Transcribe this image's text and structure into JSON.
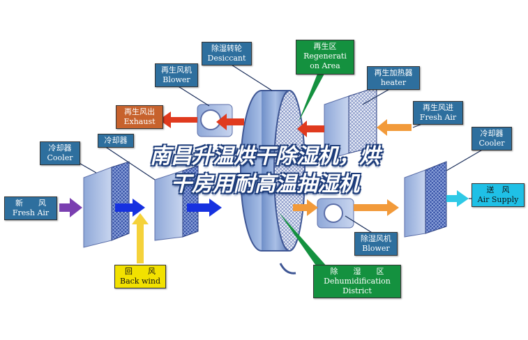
{
  "labels": {
    "desiccant": {
      "zh": "除湿转轮",
      "en": "Desiccant"
    },
    "regeneration": {
      "zh": "再生区",
      "en1": "Regenerati",
      "en2": "on Area"
    },
    "regen_blower": {
      "zh": "再生风机",
      "en": "Blower"
    },
    "regen_heater": {
      "zh": "再生加热器",
      "en": "heater"
    },
    "exhaust": {
      "zh": "再生风出",
      "en": "Exhaust"
    },
    "fresh_air_in": {
      "zh": "再生风进",
      "en": "Fresh Air"
    },
    "cooler_left": {
      "zh": "冷却器",
      "en": "Cooler"
    },
    "cooler_mid": {
      "zh": "冷却器"
    },
    "cooler_right": {
      "zh": "冷却器",
      "en": "Cooler"
    },
    "fresh_air": {
      "zh": "新　　风",
      "en": "Fresh Air"
    },
    "air_supply": {
      "zh": "送　风",
      "en": "Air Supply"
    },
    "back_wind": {
      "zh": "回　　风",
      "en": "Back wind"
    },
    "dehum_blower": {
      "zh": "除湿风机",
      "en": "Blower"
    },
    "dehum_district": {
      "zh": "除　　湿　　区",
      "en1": "Dehumidification",
      "en2": "District"
    }
  },
  "watermark": {
    "line1": "南昌升温烘干除湿机，烘",
    "line2": "干房用耐高温抽湿机"
  },
  "colors": {
    "label_blue": "#2e6f9e",
    "label_red": "#c7622d",
    "label_yellow": "#f2e100",
    "label_green": "#14913f",
    "label_cyan": "#1fc0e6",
    "arrow_red": "#e03a1e",
    "arrow_blue": "#1631e0",
    "arrow_orange": "#f29a3a",
    "arrow_yellow": "#f5d23a",
    "arrow_purple": "#7a3fb0",
    "arrow_cyan": "#2ec9e6"
  }
}
